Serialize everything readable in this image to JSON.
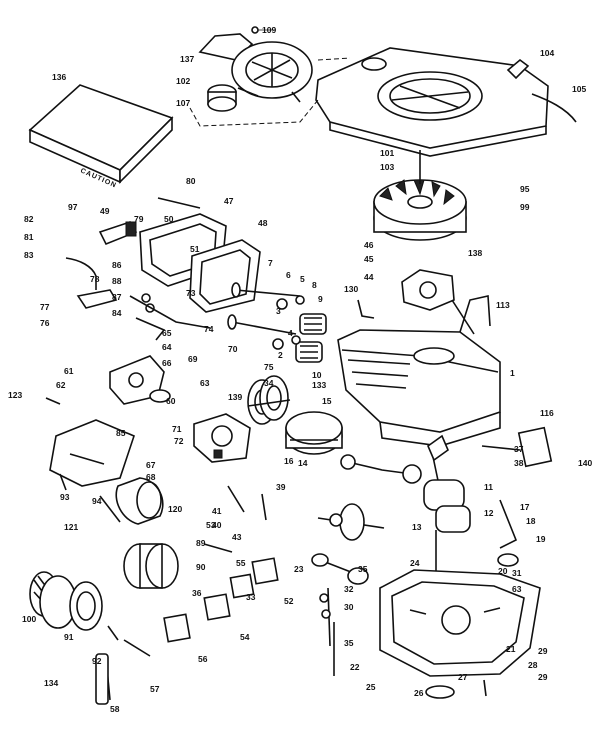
{
  "diagram": {
    "box_label": "CAUTION",
    "callouts": [
      {
        "id": "c109",
        "text": "109"
      },
      {
        "id": "c137",
        "text": "137"
      },
      {
        "id": "c102",
        "text": "102"
      },
      {
        "id": "c107",
        "text": "107"
      },
      {
        "id": "c104",
        "text": "104"
      },
      {
        "id": "c105",
        "text": "105"
      },
      {
        "id": "c136",
        "text": "136"
      },
      {
        "id": "c101",
        "text": "101"
      },
      {
        "id": "c103",
        "text": "103"
      },
      {
        "id": "c95",
        "text": "95"
      },
      {
        "id": "c99",
        "text": "99"
      },
      {
        "id": "c80",
        "text": "80"
      },
      {
        "id": "c47",
        "text": "47"
      },
      {
        "id": "c48",
        "text": "48"
      },
      {
        "id": "c82",
        "text": "82"
      },
      {
        "id": "c81",
        "text": "81"
      },
      {
        "id": "c83",
        "text": "83"
      },
      {
        "id": "c97",
        "text": "97"
      },
      {
        "id": "c49",
        "text": "49"
      },
      {
        "id": "c79",
        "text": "79"
      },
      {
        "id": "c50",
        "text": "50"
      },
      {
        "id": "c51",
        "text": "51"
      },
      {
        "id": "c86",
        "text": "86"
      },
      {
        "id": "c88",
        "text": "88"
      },
      {
        "id": "c87",
        "text": "87"
      },
      {
        "id": "c73",
        "text": "73"
      },
      {
        "id": "c77",
        "text": "77"
      },
      {
        "id": "c78",
        "text": "78"
      },
      {
        "id": "c84",
        "text": "84"
      },
      {
        "id": "c76",
        "text": "76"
      },
      {
        "id": "c74",
        "text": "74"
      },
      {
        "id": "c7",
        "text": "7"
      },
      {
        "id": "c6",
        "text": "6"
      },
      {
        "id": "c5",
        "text": "5"
      },
      {
        "id": "c8",
        "text": "8"
      },
      {
        "id": "c9",
        "text": "9"
      },
      {
        "id": "c3",
        "text": "3"
      },
      {
        "id": "c4",
        "text": "4"
      },
      {
        "id": "c2",
        "text": "2"
      },
      {
        "id": "c10",
        "text": "10"
      },
      {
        "id": "c46",
        "text": "46"
      },
      {
        "id": "c45",
        "text": "45"
      },
      {
        "id": "c44",
        "text": "44"
      },
      {
        "id": "c130",
        "text": "130"
      },
      {
        "id": "c138",
        "text": "138"
      },
      {
        "id": "c113",
        "text": "113"
      },
      {
        "id": "c1",
        "text": "1"
      },
      {
        "id": "c65",
        "text": "65"
      },
      {
        "id": "c64",
        "text": "64"
      },
      {
        "id": "c66",
        "text": "66"
      },
      {
        "id": "c69",
        "text": "69"
      },
      {
        "id": "c70",
        "text": "70"
      },
      {
        "id": "c34",
        "text": "34"
      },
      {
        "id": "c61",
        "text": "61"
      },
      {
        "id": "c62",
        "text": "62"
      },
      {
        "id": "c123",
        "text": "123"
      },
      {
        "id": "c63",
        "text": "63"
      },
      {
        "id": "c60",
        "text": "60"
      },
      {
        "id": "c139",
        "text": "139"
      },
      {
        "id": "c75",
        "text": "75"
      },
      {
        "id": "c133",
        "text": "133"
      },
      {
        "id": "c15",
        "text": "15"
      },
      {
        "id": "c71",
        "text": "71"
      },
      {
        "id": "c72",
        "text": "72"
      },
      {
        "id": "c85",
        "text": "85"
      },
      {
        "id": "c14",
        "text": "14"
      },
      {
        "id": "c16",
        "text": "16"
      },
      {
        "id": "c116",
        "text": "116"
      },
      {
        "id": "c37",
        "text": "37"
      },
      {
        "id": "c38",
        "text": "38"
      },
      {
        "id": "c140",
        "text": "140"
      },
      {
        "id": "c67",
        "text": "67"
      },
      {
        "id": "c68",
        "text": "68"
      },
      {
        "id": "c93",
        "text": "93"
      },
      {
        "id": "c94",
        "text": "94"
      },
      {
        "id": "c120",
        "text": "120"
      },
      {
        "id": "c121",
        "text": "121"
      },
      {
        "id": "c53",
        "text": "53"
      },
      {
        "id": "c39",
        "text": "39"
      },
      {
        "id": "c41",
        "text": "41"
      },
      {
        "id": "c40",
        "text": "40"
      },
      {
        "id": "c43",
        "text": "43"
      },
      {
        "id": "c89",
        "text": "89"
      },
      {
        "id": "c90",
        "text": "90"
      },
      {
        "id": "c36",
        "text": "36"
      },
      {
        "id": "c55",
        "text": "55"
      },
      {
        "id": "c33",
        "text": "33"
      },
      {
        "id": "c52",
        "text": "52"
      },
      {
        "id": "c54",
        "text": "54"
      },
      {
        "id": "c35",
        "text": "35"
      },
      {
        "id": "c23",
        "text": "23"
      },
      {
        "id": "c17",
        "text": "17"
      },
      {
        "id": "c11",
        "text": "11"
      },
      {
        "id": "c13",
        "text": "13"
      },
      {
        "id": "c12",
        "text": "12"
      },
      {
        "id": "c18",
        "text": "18"
      },
      {
        "id": "c19",
        "text": "19"
      },
      {
        "id": "c20",
        "text": "20"
      },
      {
        "id": "c31",
        "text": "31"
      },
      {
        "id": "c63b",
        "text": "63"
      },
      {
        "id": "c24",
        "text": "24"
      },
      {
        "id": "c32",
        "text": "32"
      },
      {
        "id": "c30",
        "text": "30"
      },
      {
        "id": "c35b",
        "text": "35"
      },
      {
        "id": "c22",
        "text": "22"
      },
      {
        "id": "c100",
        "text": "100"
      },
      {
        "id": "c91",
        "text": "91"
      },
      {
        "id": "c92",
        "text": "92"
      },
      {
        "id": "c134",
        "text": "134"
      },
      {
        "id": "c56",
        "text": "56"
      },
      {
        "id": "c57",
        "text": "57"
      },
      {
        "id": "c58",
        "text": "58"
      },
      {
        "id": "c29",
        "text": "29"
      },
      {
        "id": "c28",
        "text": "28"
      },
      {
        "id": "c26",
        "text": "26"
      },
      {
        "id": "c27",
        "text": "27"
      },
      {
        "id": "c25",
        "text": "25"
      },
      {
        "id": "c21",
        "text": "21"
      },
      {
        "id": "c29b",
        "text": "29"
      }
    ]
  }
}
